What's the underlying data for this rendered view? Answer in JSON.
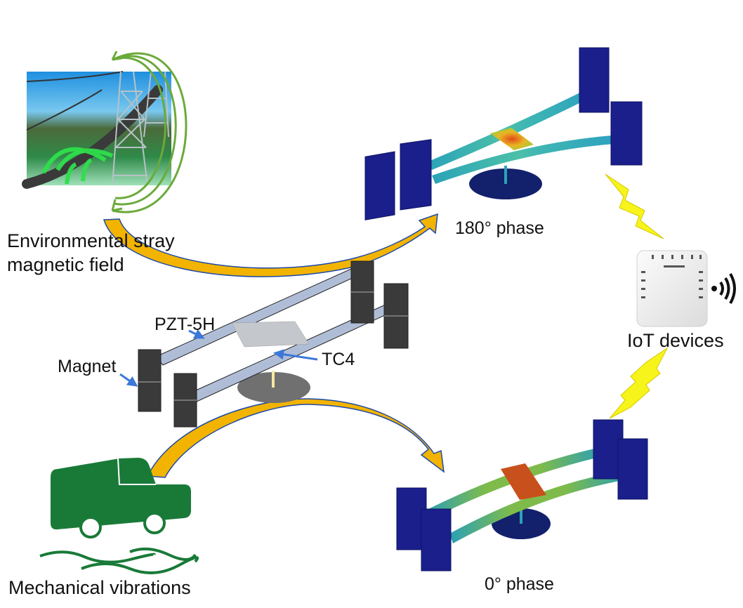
{
  "diagram": {
    "type": "concept-illustration",
    "topic": "Dual-source (magnetic + mechanical) piezoelectric energy harvester powering IoT devices",
    "sources": [
      {
        "id": "magnetic",
        "label_lines": [
          "Environmental stray",
          "magnetic field"
        ],
        "icon": "power-line-magnetic-field-icon"
      },
      {
        "id": "mechanical",
        "label": "Mechanical vibrations",
        "icon": "vehicle-vibration-icon"
      }
    ],
    "harvester": {
      "components": [
        {
          "id": "pzt",
          "label": "PZT-5H"
        },
        {
          "id": "magnet",
          "label": "Magnet"
        },
        {
          "id": "tc4",
          "label": "TC4"
        }
      ]
    },
    "mode_shapes": [
      {
        "id": "phase-180",
        "label": "180° phase"
      },
      {
        "id": "phase-0",
        "label": "0° phase"
      }
    ],
    "sink": {
      "label": "IoT devices",
      "icon": "iot-sensor-icon",
      "wireless_icon": "wifi-signal-icon"
    },
    "colors": {
      "field_line": "#6aaa3a",
      "arrow_fill": "#f2b400",
      "arrow_outline": "#1f4aa8",
      "vehicle": "#197a38",
      "magnet_fem": "#1a1f8c",
      "beam_metal": "#b9c6dc",
      "lightning": "#f6f41a",
      "callout_arrow": "#3c78d8"
    }
  }
}
